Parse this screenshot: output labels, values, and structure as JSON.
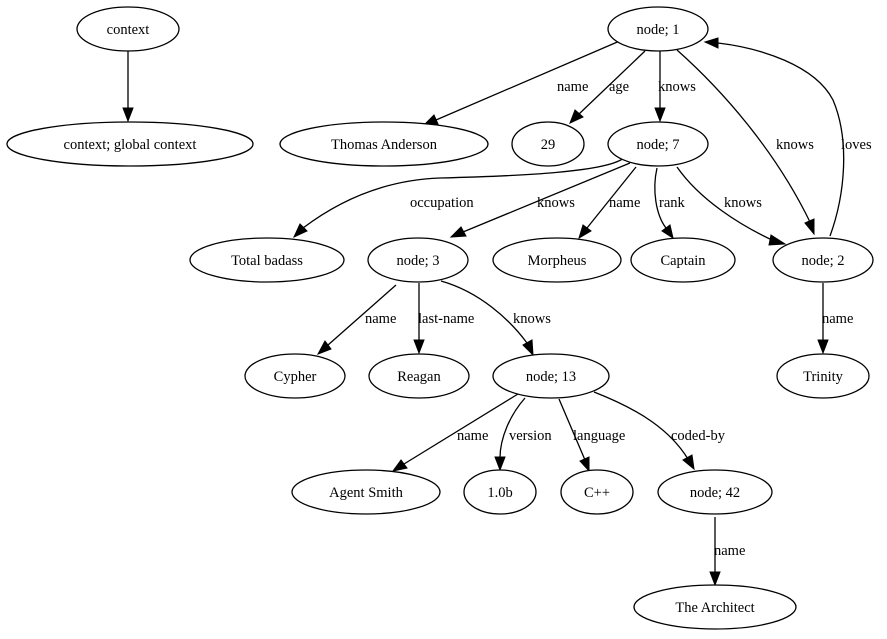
{
  "nodes": {
    "context": "context",
    "context_global": "context; global context",
    "n1": "node; 1",
    "thomas": "Thomas Anderson",
    "age29": "29",
    "n7": "node; 7",
    "badass": "Total badass",
    "n3": "node; 3",
    "morpheus": "Morpheus",
    "captain": "Captain",
    "n2": "node; 2",
    "cypher": "Cypher",
    "reagan": "Reagan",
    "n13": "node; 13",
    "trinity": "Trinity",
    "smith": "Agent Smith",
    "v10b": "1.0b",
    "cpp": "C++",
    "n42": "node; 42",
    "architect": "The Architect"
  },
  "edges": {
    "n1_thomas": "name",
    "n1_age": "age",
    "n1_n7": "knows",
    "n1_n2": "knows",
    "n2_n1": "loves",
    "n7_badass": "occupation",
    "n7_n3": "knows",
    "n7_morpheus": "name",
    "n7_captain": "rank",
    "n7_n2": "knows",
    "n2_trinity": "name",
    "n3_cypher": "name",
    "n3_reagan": "last-name",
    "n3_n13": "knows",
    "n13_smith": "name",
    "n13_version": "version",
    "n13_language": "language",
    "n13_n42": "coded-by",
    "n42_architect": "name"
  }
}
